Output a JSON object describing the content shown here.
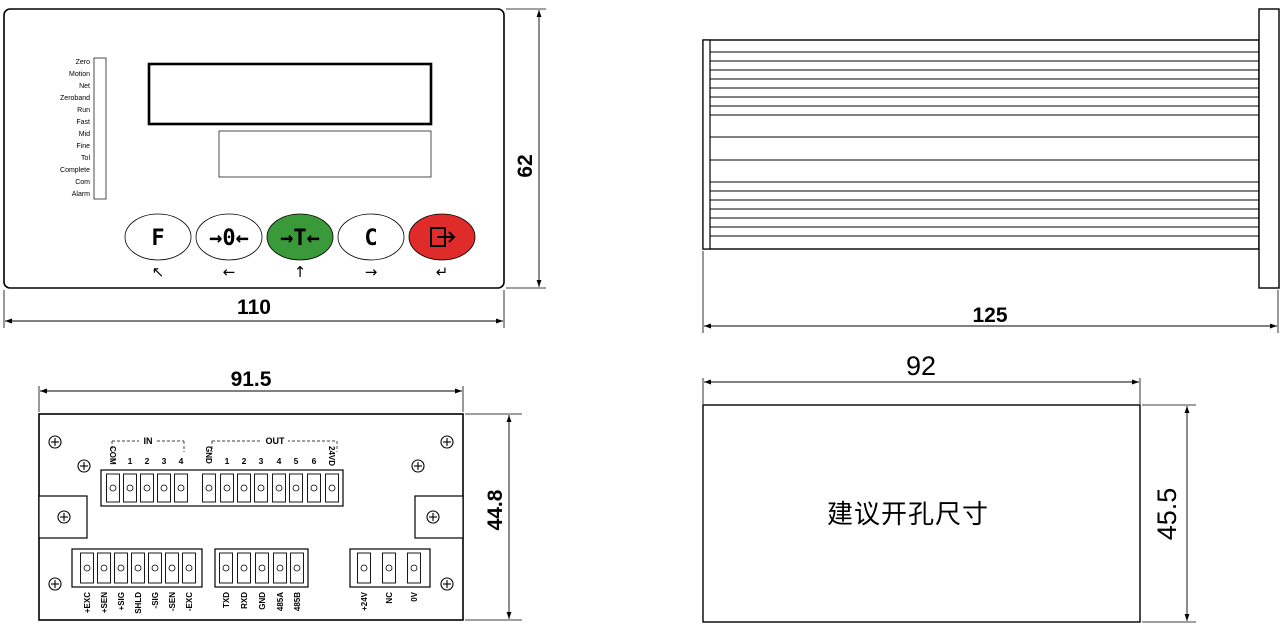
{
  "front_view": {
    "indicators": [
      "Zero",
      "Motion",
      "Net",
      "Zeroband",
      "Run",
      "Fast",
      "Mid",
      "Fine",
      "Tol",
      "Complete",
      "Com",
      "Alarm"
    ],
    "keys": [
      {
        "label": "F",
        "color": "#ffffff",
        "arrow": "↖"
      },
      {
        "label": "→0←",
        "color": "#ffffff",
        "arrow": "←"
      },
      {
        "label": "→T←",
        "color": "#3a9a3a",
        "arrow": "↑"
      },
      {
        "label": "C",
        "color": "#ffffff",
        "arrow": "→"
      },
      {
        "label": "exit-icon",
        "color": "#e02b2b",
        "arrow": "↵"
      }
    ],
    "width_dim": "110",
    "height_dim": "62"
  },
  "side_view": {
    "length_dim": "125"
  },
  "rear_view": {
    "width_dim": "91.5",
    "height_dim": "44.8",
    "in_group_label": "IN",
    "out_group_label": "OUT",
    "top_terminals": [
      "COM",
      "1",
      "2",
      "3",
      "4",
      "GND",
      "1",
      "2",
      "3",
      "4",
      "5",
      "6",
      "24VD"
    ],
    "bottom_left_terminals": [
      "+EXC",
      "+SEN",
      "+SIG",
      "SHLD",
      "-SIG",
      "-SEN",
      "-EXC"
    ],
    "bottom_mid_terminals": [
      "TXD",
      "RXD",
      "GND",
      "485A",
      "485B"
    ],
    "bottom_right_terminals": [
      "+24V",
      "NC",
      "0V"
    ]
  },
  "cutout_view": {
    "width_dim": "92",
    "height_dim": "45.5",
    "label": "建议开孔尺寸"
  }
}
